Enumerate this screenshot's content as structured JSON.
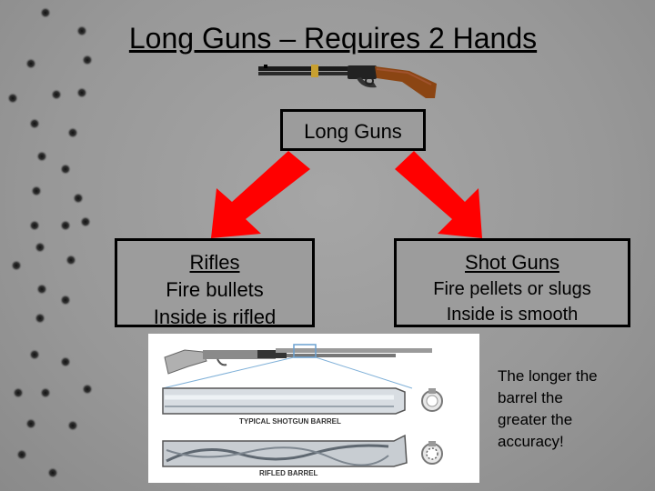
{
  "title": "Long Guns – Requires 2 Hands",
  "diagram": {
    "root": {
      "label": "Long Guns"
    },
    "rifles": {
      "heading": "Rifles",
      "line1": "Fire bullets",
      "line2": "Inside is rifled"
    },
    "shotguns": {
      "heading": "Shot Guns",
      "line1": "Fire pellets or slugs",
      "line2": "Inside is smooth"
    }
  },
  "barrel_image": {
    "label_top": "TYPICAL SHOTGUN BARREL",
    "label_bottom": "RIFLED BARREL"
  },
  "caption": {
    "line1": "The longer the",
    "line2": "barrel the",
    "line3": "greater the",
    "line4": "accuracy!"
  },
  "colors": {
    "background": "#9a9a9a",
    "arrow": "#ff0000",
    "rifle_stock": "#8b4513",
    "box_border": "#000000"
  },
  "icons": [
    "bullet-hole-icon",
    "rifle-icon",
    "shotgun-icon"
  ]
}
